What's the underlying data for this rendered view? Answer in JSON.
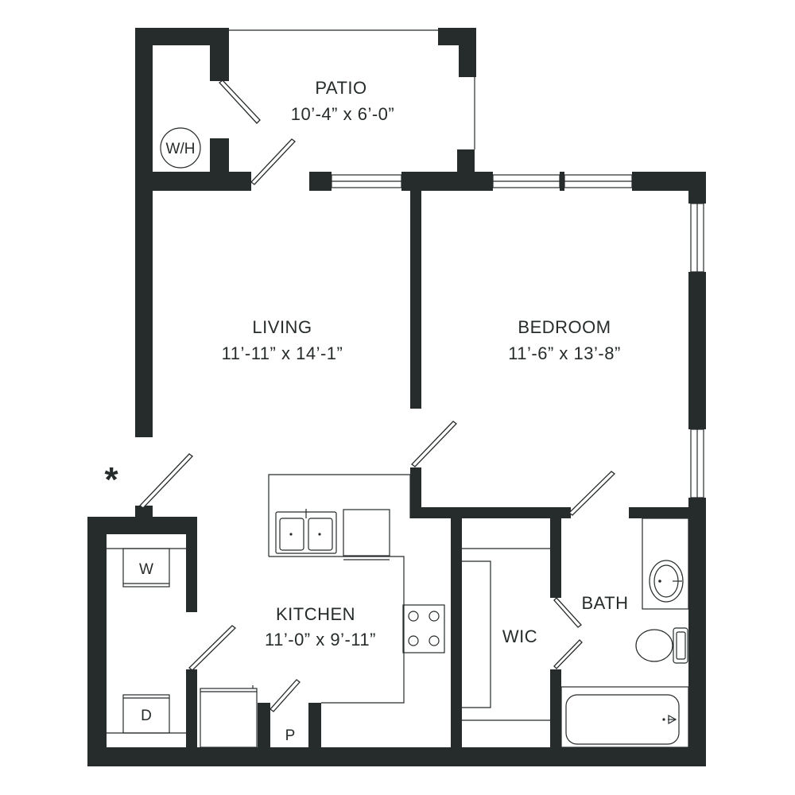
{
  "rooms": {
    "patio": {
      "name": "PATIO",
      "dims": "10’-4” x 6’-0”"
    },
    "living": {
      "name": "LIVING",
      "dims": "11’-11” x 14’-1”"
    },
    "bedroom": {
      "name": "BEDROOM",
      "dims": "11’-6” x 13’-8”"
    },
    "kitchen": {
      "name": "KITCHEN",
      "dims": "11’-0” x 9’-11”"
    },
    "bath": {
      "name": "BATH"
    },
    "wic": {
      "name": "WIC"
    }
  },
  "fixtures": {
    "water_heater": "W/H",
    "washer": "W",
    "dryer": "D",
    "pantry": "P"
  },
  "marker": "*",
  "colors": {
    "wall": "#262b2b",
    "background": "#ffffff"
  }
}
